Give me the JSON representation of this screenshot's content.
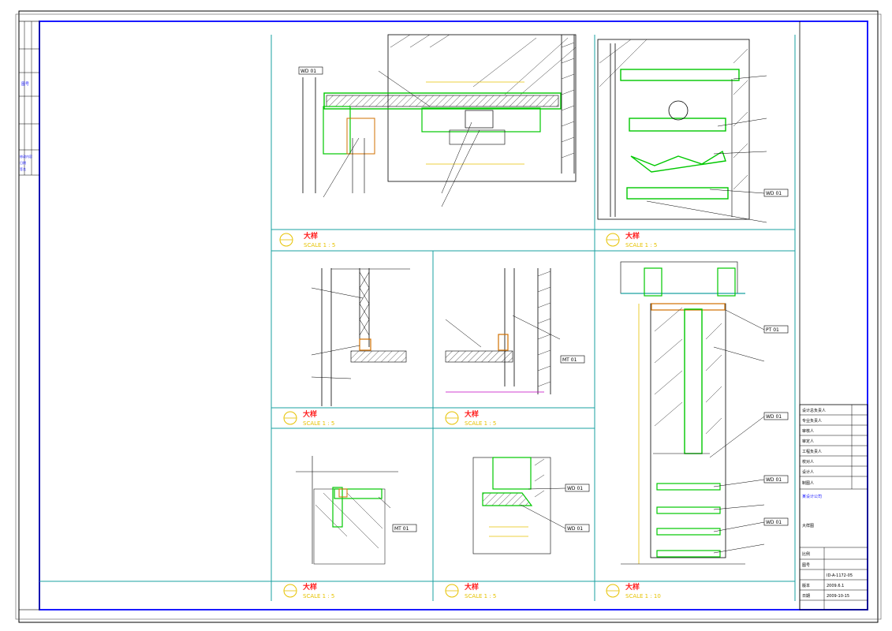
{
  "sheet": {
    "left_margin_labels": [
      "图号",
      "修改内容",
      "日期",
      "签名"
    ]
  },
  "details": [
    {
      "title": "大样",
      "scale": "SCALE 1 : 5"
    },
    {
      "title": "大样",
      "scale": "SCALE 1 : 5"
    },
    {
      "title": "大样",
      "scale": "SCALE 1 : 5"
    },
    {
      "title": "大样",
      "scale": "SCALE 1 : 5"
    },
    {
      "title": "大样",
      "scale": "SCALE 1 : 5"
    },
    {
      "title": "大样",
      "scale": "SCALE 1 : 5"
    },
    {
      "title": "大样",
      "scale": "SCALE 1 : 10"
    }
  ],
  "tags": {
    "wd01": "WD 01",
    "mt01": "MT 01",
    "pt01": "PT 01"
  },
  "title_block": {
    "rows": [
      "设计总负责人",
      "专业负责人",
      "审核人",
      "审定人",
      "工程负责人",
      "校对人",
      "设计人",
      "制图人"
    ],
    "company": "某设计公司",
    "drawing_name": "大样图",
    "scale_label": "比例",
    "drawing_no_label": "图号",
    "drawing_no": "ID-A-1172-05",
    "date_label": "日期",
    "date": "2009-10-15",
    "version_label": "版本",
    "version": "2009.6.1"
  }
}
